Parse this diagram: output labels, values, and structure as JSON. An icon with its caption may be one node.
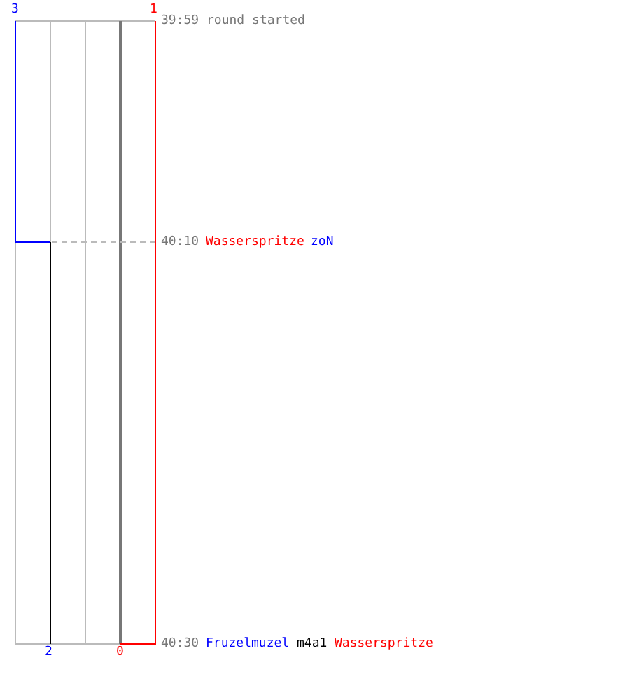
{
  "diagram": {
    "labels": [
      "3",
      "1",
      "39:59 round started",
      "40:10",
      "Wasserspritze",
      "zoN",
      "40:30",
      "Fruzelmuzel",
      "m4a1",
      "Wasserspritze",
      "2",
      "0"
    ]
  }
}
